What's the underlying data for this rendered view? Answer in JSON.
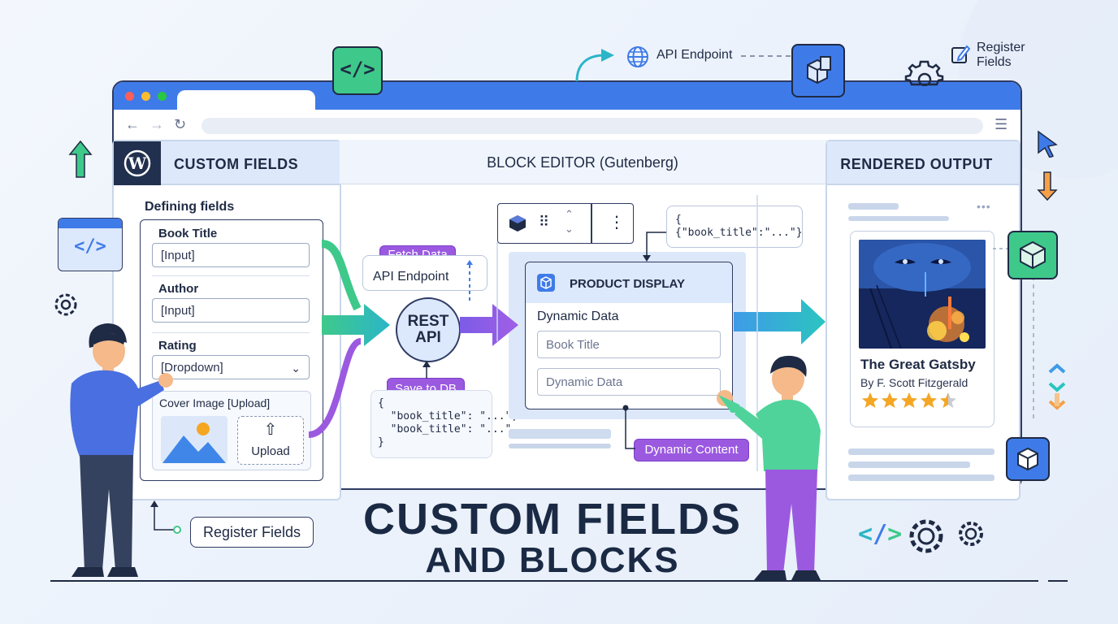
{
  "top": {
    "api_endpoint_label": "API Endpoint",
    "register_fields_label": "Register\nFields"
  },
  "custom_fields": {
    "title": "CUSTOM FIELDS",
    "subtitle": "Defining fields",
    "fields": [
      {
        "label": "Book Title",
        "value": "[Input]"
      },
      {
        "label": "Author",
        "value": "[Input]"
      },
      {
        "label": "Rating",
        "value": "[Dropdown]"
      }
    ],
    "cover_label": "Cover Image [Upload]",
    "upload_label": "Upload"
  },
  "editor": {
    "title": "BLOCK EDITOR (Gutenberg)",
    "fetch_data": "Fetch Data",
    "api_endpoint": "API Endpoint",
    "rest_api": "REST\nAPI",
    "save_to_db": "Save to DB",
    "db_json": "{\n  \"book_title\": \"...\",\n  \"book_title\": \"...\"\n}",
    "block_json": "{\n{\"book_title\":\"...\"}",
    "product_display": "PRODUCT DISPLAY",
    "dynamic_data_label": "Dynamic Data",
    "book_title_field": "Book Title",
    "dynamic_data_field": "Dynamic Data",
    "dynamic_content": "Dynamic Content"
  },
  "output": {
    "title": "RENDERED OUTPUT",
    "book_title": "The Great Gatsby",
    "book_author": "By F. Scott Fitzgerald",
    "rating": 4.5,
    "rating_max": 5
  },
  "bottom": {
    "register_fields": "Register Fields",
    "title_line1": "CUSTOM FIELDS",
    "title_line2": "AND BLOCKS"
  },
  "colors": {
    "accent_blue": "#3f7be8",
    "green": "#3ec98a",
    "purple": "#9b59e0",
    "teal": "#2bb5c8",
    "star": "#f5a623"
  }
}
